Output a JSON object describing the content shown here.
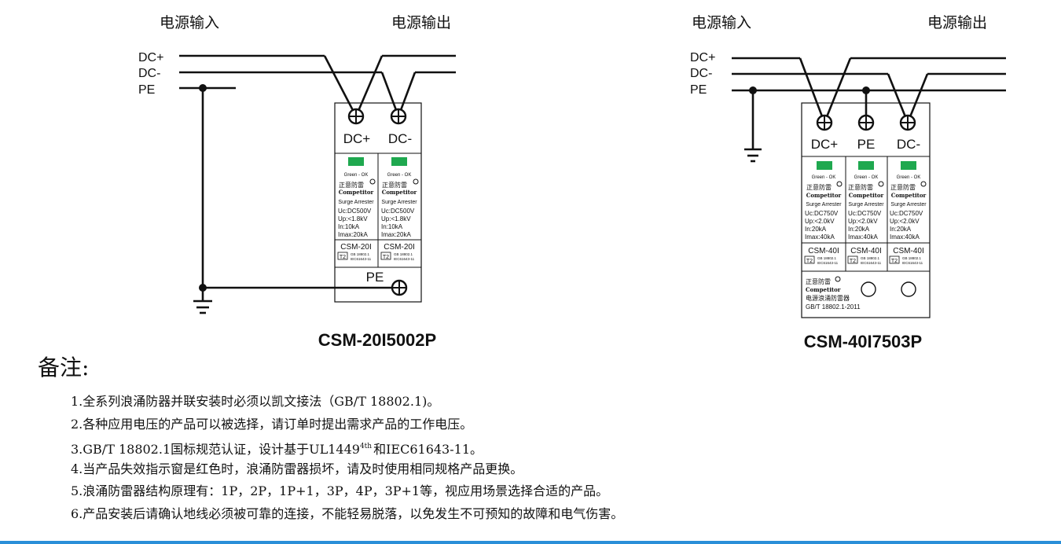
{
  "diagrams": [
    {
      "input_label": "电源输入",
      "output_label": "电源输出",
      "line_labels": [
        "DC+",
        "DC-",
        "PE"
      ],
      "terminals": [
        "DC+",
        "DC-"
      ],
      "module": {
        "status": "Green - OK",
        "brand_cn": "正意防雷",
        "brand_en": "Competitor",
        "type": "Surge Arrester",
        "specs": [
          "Uc:DC500V",
          "Up:<1.8kV",
          "In:10kA",
          "Imax:20kA"
        ],
        "model": "CSM-20I",
        "class": "T2",
        "standards": [
          "GB 18802.1",
          "IEC61643-11"
        ]
      },
      "base_label": "PE",
      "model_name": "CSM-20I5002P"
    },
    {
      "input_label": "电源输入",
      "output_label": "电源输出",
      "line_labels": [
        "DC+",
        "DC-",
        "PE"
      ],
      "terminals": [
        "DC+",
        "PE",
        "DC-"
      ],
      "module": {
        "status": "Green - OK",
        "brand_cn": "正意防雷",
        "brand_en": "Competitor",
        "type": "Surge Arrester",
        "specs": [
          "Uc:DC750V",
          "Up:<2.0kV",
          "In:20kA",
          "Imax:40kA"
        ],
        "model": "CSM-40I",
        "class": "T2",
        "standards": [
          "GB 18802.1",
          "IEC61643-11"
        ]
      },
      "base": {
        "brand_cn": "正意防雷",
        "brand_en": "Competitor",
        "product_cn": "电源浪涌防雷器",
        "standard": "GB/T 18802.1-2011"
      },
      "model_name": "CSM-40I7503P"
    }
  ],
  "notes": {
    "title": "备注:",
    "items": [
      "1.全系列浪涌防器并联安装时必须以凯文接法（GB/T 18802.1)。",
      "2.各种应用电压的产品可以被选择，请订单时提出需求产品的工作电压。",
      "3.GB/T 18802.1国标规范认证，设计基于UL1449",
      "4.当产品失效指示窗是红色时，浪涌防雷器损坏，请及时使用相同规格产品更换。",
      "5.浪涌防雷器结构原理有：1P，2P，1P+1，3P，4P，3P+1等，视应用场景选择合适的产品。",
      "6.产品安装后请确认地线必须被可靠的连接，不能轻易脱落，以免发生不可预知的故障和电气伤害。"
    ],
    "note3_sup": "4th",
    "note3_tail": "和IEC61643-11。"
  },
  "colors": {
    "indicator": "#1fa84f",
    "line": "#111111",
    "bottom_bar": "#2a8fd8"
  }
}
